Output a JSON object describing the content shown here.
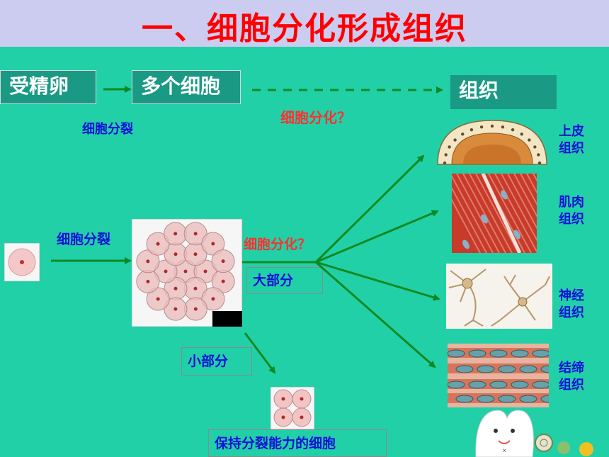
{
  "title": "一、细胞分化形成组织",
  "top_flow": {
    "zygote": "受精卵",
    "many_cells": "多个细胞",
    "tissue": "组织",
    "division": "细胞分裂",
    "differentiation": "细胞分化？"
  },
  "lower_flow": {
    "division": "细胞分裂",
    "differentiation": "细胞分化？",
    "majority": "大部分",
    "minority": "小部分",
    "keep_dividing": "保持分裂能力的细胞"
  },
  "tissues": [
    {
      "label1": "上皮",
      "label2": "组织"
    },
    {
      "label1": "肌肉",
      "label2": "组织"
    },
    {
      "label1": "神经",
      "label2": "组织"
    },
    {
      "label1": "结缔",
      "label2": "组织"
    }
  ],
  "colors": {
    "background": "#22d0a8",
    "header": "#ccccf0",
    "title": "#ff0000",
    "arrow": "#0a8a20",
    "label_blue": "#1010d8",
    "label_red": "#ff3030"
  }
}
